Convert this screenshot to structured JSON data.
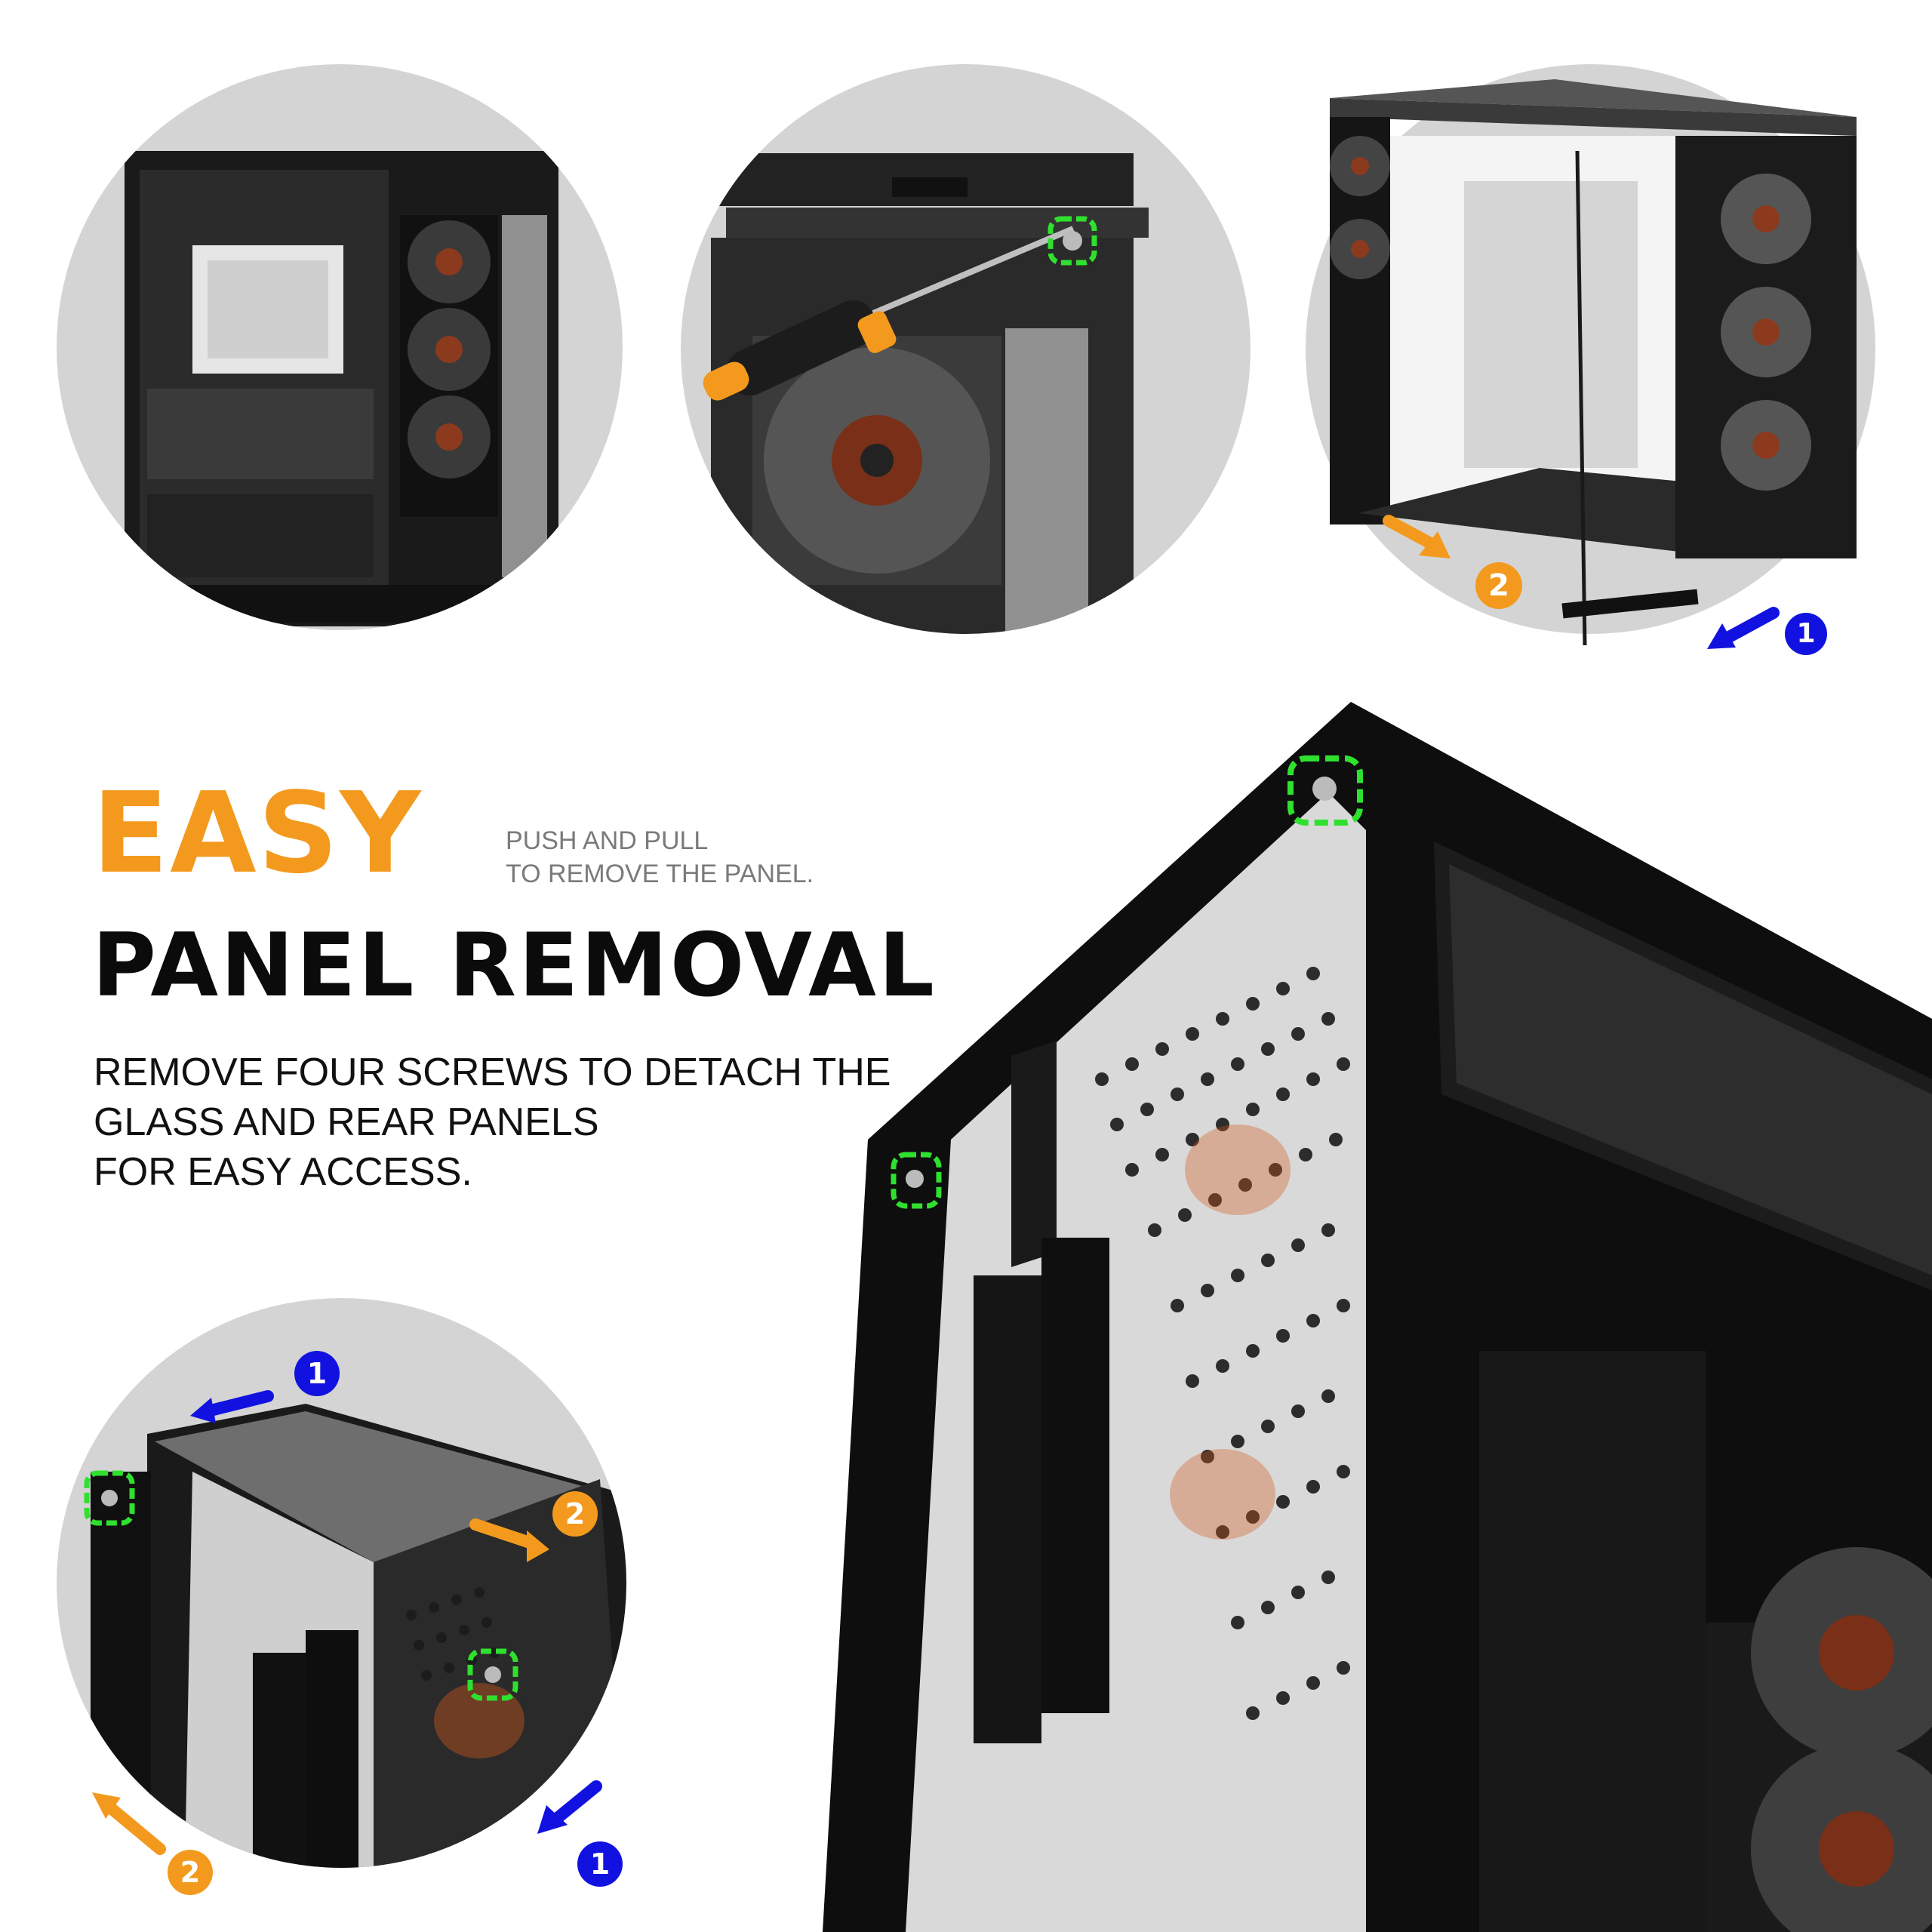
{
  "headline": {
    "accent_word": "EASY",
    "main": "PANEL REMOVAL"
  },
  "note": {
    "line1": "PUSH AND PULL",
    "line2": "TO REMOVE THE PANEL."
  },
  "description": {
    "line1": "REMOVE FOUR SCREWS TO DETACH THE",
    "line2": "GLASS AND REAR PANELS",
    "line3": "FOR EASY ACCESS."
  },
  "step_badges": {
    "one": "1",
    "two": "2"
  },
  "colors": {
    "accent_orange": "#f39a1e",
    "step_blue": "#1212e0",
    "screw_highlight_green": "#2fe02f",
    "case_black": "#0e0e0e",
    "circle_gray": "#d4d4d4"
  }
}
